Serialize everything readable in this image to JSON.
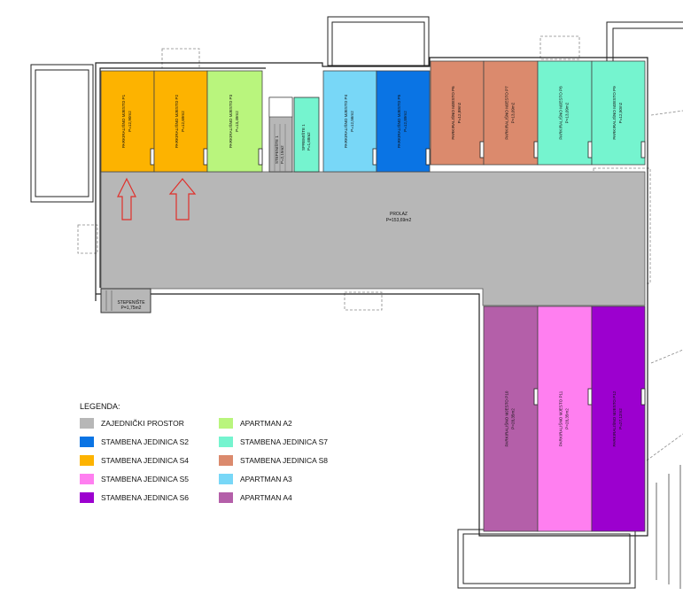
{
  "colors": {
    "common": "#b7b7b7",
    "s2": "#0a74e4",
    "s4": "#fdb300",
    "s5": "#ff7ff0",
    "s6": "#9c00cf",
    "a2": "#b9f57d",
    "s7": "#75f4cf",
    "s8": "#db8a6d",
    "a3": "#78d7f7",
    "a4": "#b45fa9",
    "arrow": "#e0302b"
  },
  "spaces": {
    "p1": {
      "name": "PARKIRALIŠNO MJESTO P1",
      "area": "P=12,90m2"
    },
    "p2": {
      "name": "PARKIRALIŠNO MJESTO P2",
      "area": "P=12,69m2"
    },
    "p3": {
      "name": "PARKIRALIŠNO MJESTO P3",
      "area": "P=13,49m2"
    },
    "p4": {
      "name": "PARKIRALIŠNO MJESTO P4",
      "area": "P=12,56m2"
    },
    "p5": {
      "name": "PARKIRALIŠNO MJESTO P5",
      "area": "P=12,89m2"
    },
    "p6": {
      "name": "PARKIRALIŠNO MJESTO P6",
      "area": "P=12,89m2"
    },
    "p7": {
      "name": "PARKIRALIŠNO MJESTO P7",
      "area": "P=13,09m2"
    },
    "p8": {
      "name": "PARKIRALIŠNO MJESTO P8",
      "area": "P=13,09m2"
    },
    "p9": {
      "name": "PARKIRALIŠNO MJESTO P9",
      "area": "P=12,50m2"
    },
    "p10": {
      "name": "PARKIRALIŠNO MJESTO P10",
      "area": "P=28,35m2"
    },
    "p11": {
      "name": "PARKIRALIŠNO MJESTO P11",
      "area": "P=28,35m2"
    },
    "p12": {
      "name": "PARKIRALIŠNO MJESTO P12",
      "area": "P=27,12m2"
    },
    "stair1": {
      "name": "STEPENIŠTE 1",
      "area": "P=2,15m2"
    },
    "spremiste1": {
      "name": "SPREMIŠTE 1",
      "area": "P=1,68m2"
    },
    "prolaz": {
      "name": "PROLAZ",
      "area": "P=153,69m2"
    },
    "stepeniste": {
      "name": "STEPENIŠTE",
      "area": "P=1,75m2"
    }
  },
  "legend": {
    "title": "LEGENDA:",
    "items": [
      {
        "label": "ZAJEDNIČKI PROSTOR",
        "color": "#b7b7b7"
      },
      {
        "label": "STAMBENA JEDINICA  S2",
        "color": "#0a74e4"
      },
      {
        "label": "STAMBENA JEDINICA  S4",
        "color": "#fdb300"
      },
      {
        "label": "STAMBENA JEDINICA  S5",
        "color": "#ff7ff0"
      },
      {
        "label": "STAMBENA JEDINICA  S6",
        "color": "#9c00cf"
      },
      {
        "label": "APARTMAN  A2",
        "color": "#b9f57d"
      },
      {
        "label": "STAMBENA JEDINICA  S7",
        "color": "#75f4cf"
      },
      {
        "label": "STAMBENA JEDINICA  S8",
        "color": "#db8a6d"
      },
      {
        "label": "APARTMAN  A3",
        "color": "#78d7f7"
      },
      {
        "label": "APARTMAN  A4",
        "color": "#b45fa9"
      }
    ]
  }
}
